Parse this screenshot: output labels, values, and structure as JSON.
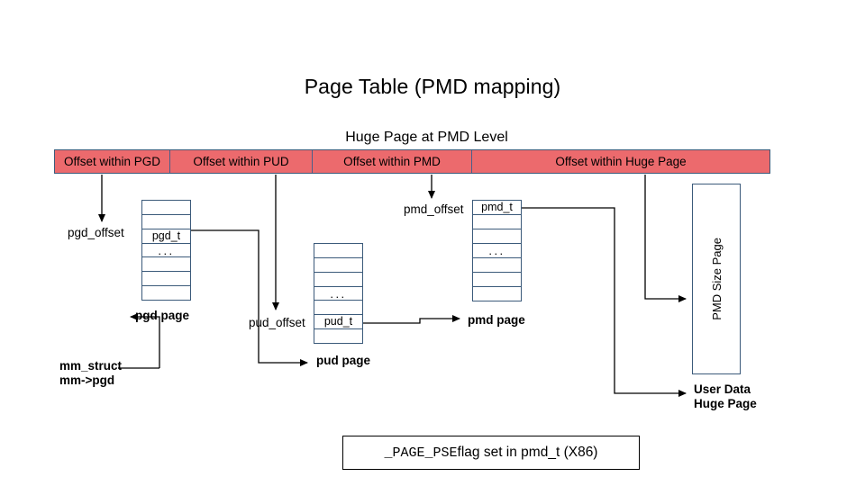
{
  "page": {
    "title": "Page Table (PMD mapping)",
    "huge_page_caption": "Huge Page at PMD Level"
  },
  "bitfield": {
    "color": "#ec6a6d",
    "border_color": "#3b5a7a",
    "fields": [
      {
        "label": "Offset within PGD"
      },
      {
        "label": "Offset within PUD"
      },
      {
        "label": "Offset within PMD"
      },
      {
        "label": "Offset within Huge Page"
      }
    ]
  },
  "tables": {
    "pgd": {
      "rows": [
        "",
        "",
        "pgd_t",
        "...",
        "",
        "",
        ""
      ],
      "offset_label": "pgd_offset",
      "page_label": "pgd page"
    },
    "pud": {
      "rows": [
        "",
        "",
        "",
        "...",
        "",
        "pud_t",
        ""
      ],
      "offset_label": "pud_offset",
      "page_label": "pud page"
    },
    "pmd": {
      "rows": [
        "pmd_t",
        "",
        "",
        "...",
        "",
        "",
        ""
      ],
      "offset_label": "pmd_offset",
      "page_label": "pmd page"
    }
  },
  "pmd_size_page": {
    "label": "PMD Size Page",
    "caption_line1": "User Data",
    "caption_line2": "Huge Page"
  },
  "mm_struct": {
    "line1": "mm_struct",
    "line2": "mm->pgd"
  },
  "note": {
    "mono_text": "_PAGE_PSE",
    "sans_text": " flag set in pmd_t (X86)"
  }
}
